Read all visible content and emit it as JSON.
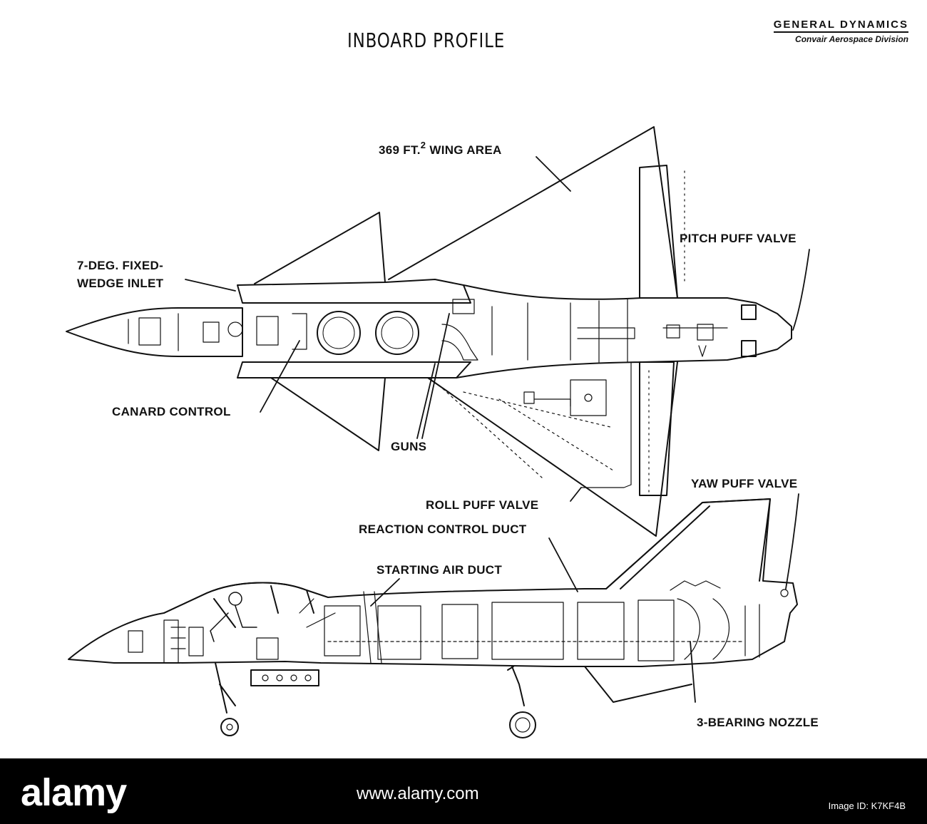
{
  "header": {
    "title": "INBOARD PROFILE",
    "brand_name": "GENERAL DYNAMICS",
    "brand_division": "Convair Aerospace Division"
  },
  "callouts": {
    "wing_area_prefix": "369 FT.",
    "wing_area_sup": "2",
    "wing_area_suffix": " WING AREA",
    "inlet_line1": "7-DEG. FIXED-",
    "inlet_line2": "WEDGE INLET",
    "pitch_puff_valve": "PITCH PUFF VALVE",
    "canard_control": "CANARD CONTROL",
    "guns": "GUNS",
    "roll_puff_valve": "ROLL PUFF VALVE",
    "yaw_puff_valve": "YAW PUFF VALVE",
    "reaction_control_duct": "REACTION CONTROL DUCT",
    "starting_air_duct": "STARTING AIR DUCT",
    "nozzle": "3-BEARING NOZZLE"
  },
  "watermark": {
    "logo": "alamy",
    "image_id": "Image ID: K7KF4B",
    "url": "www.alamy.com"
  },
  "colors": {
    "ink": "#111111",
    "paper": "#ffffff",
    "footer": "#000000"
  }
}
